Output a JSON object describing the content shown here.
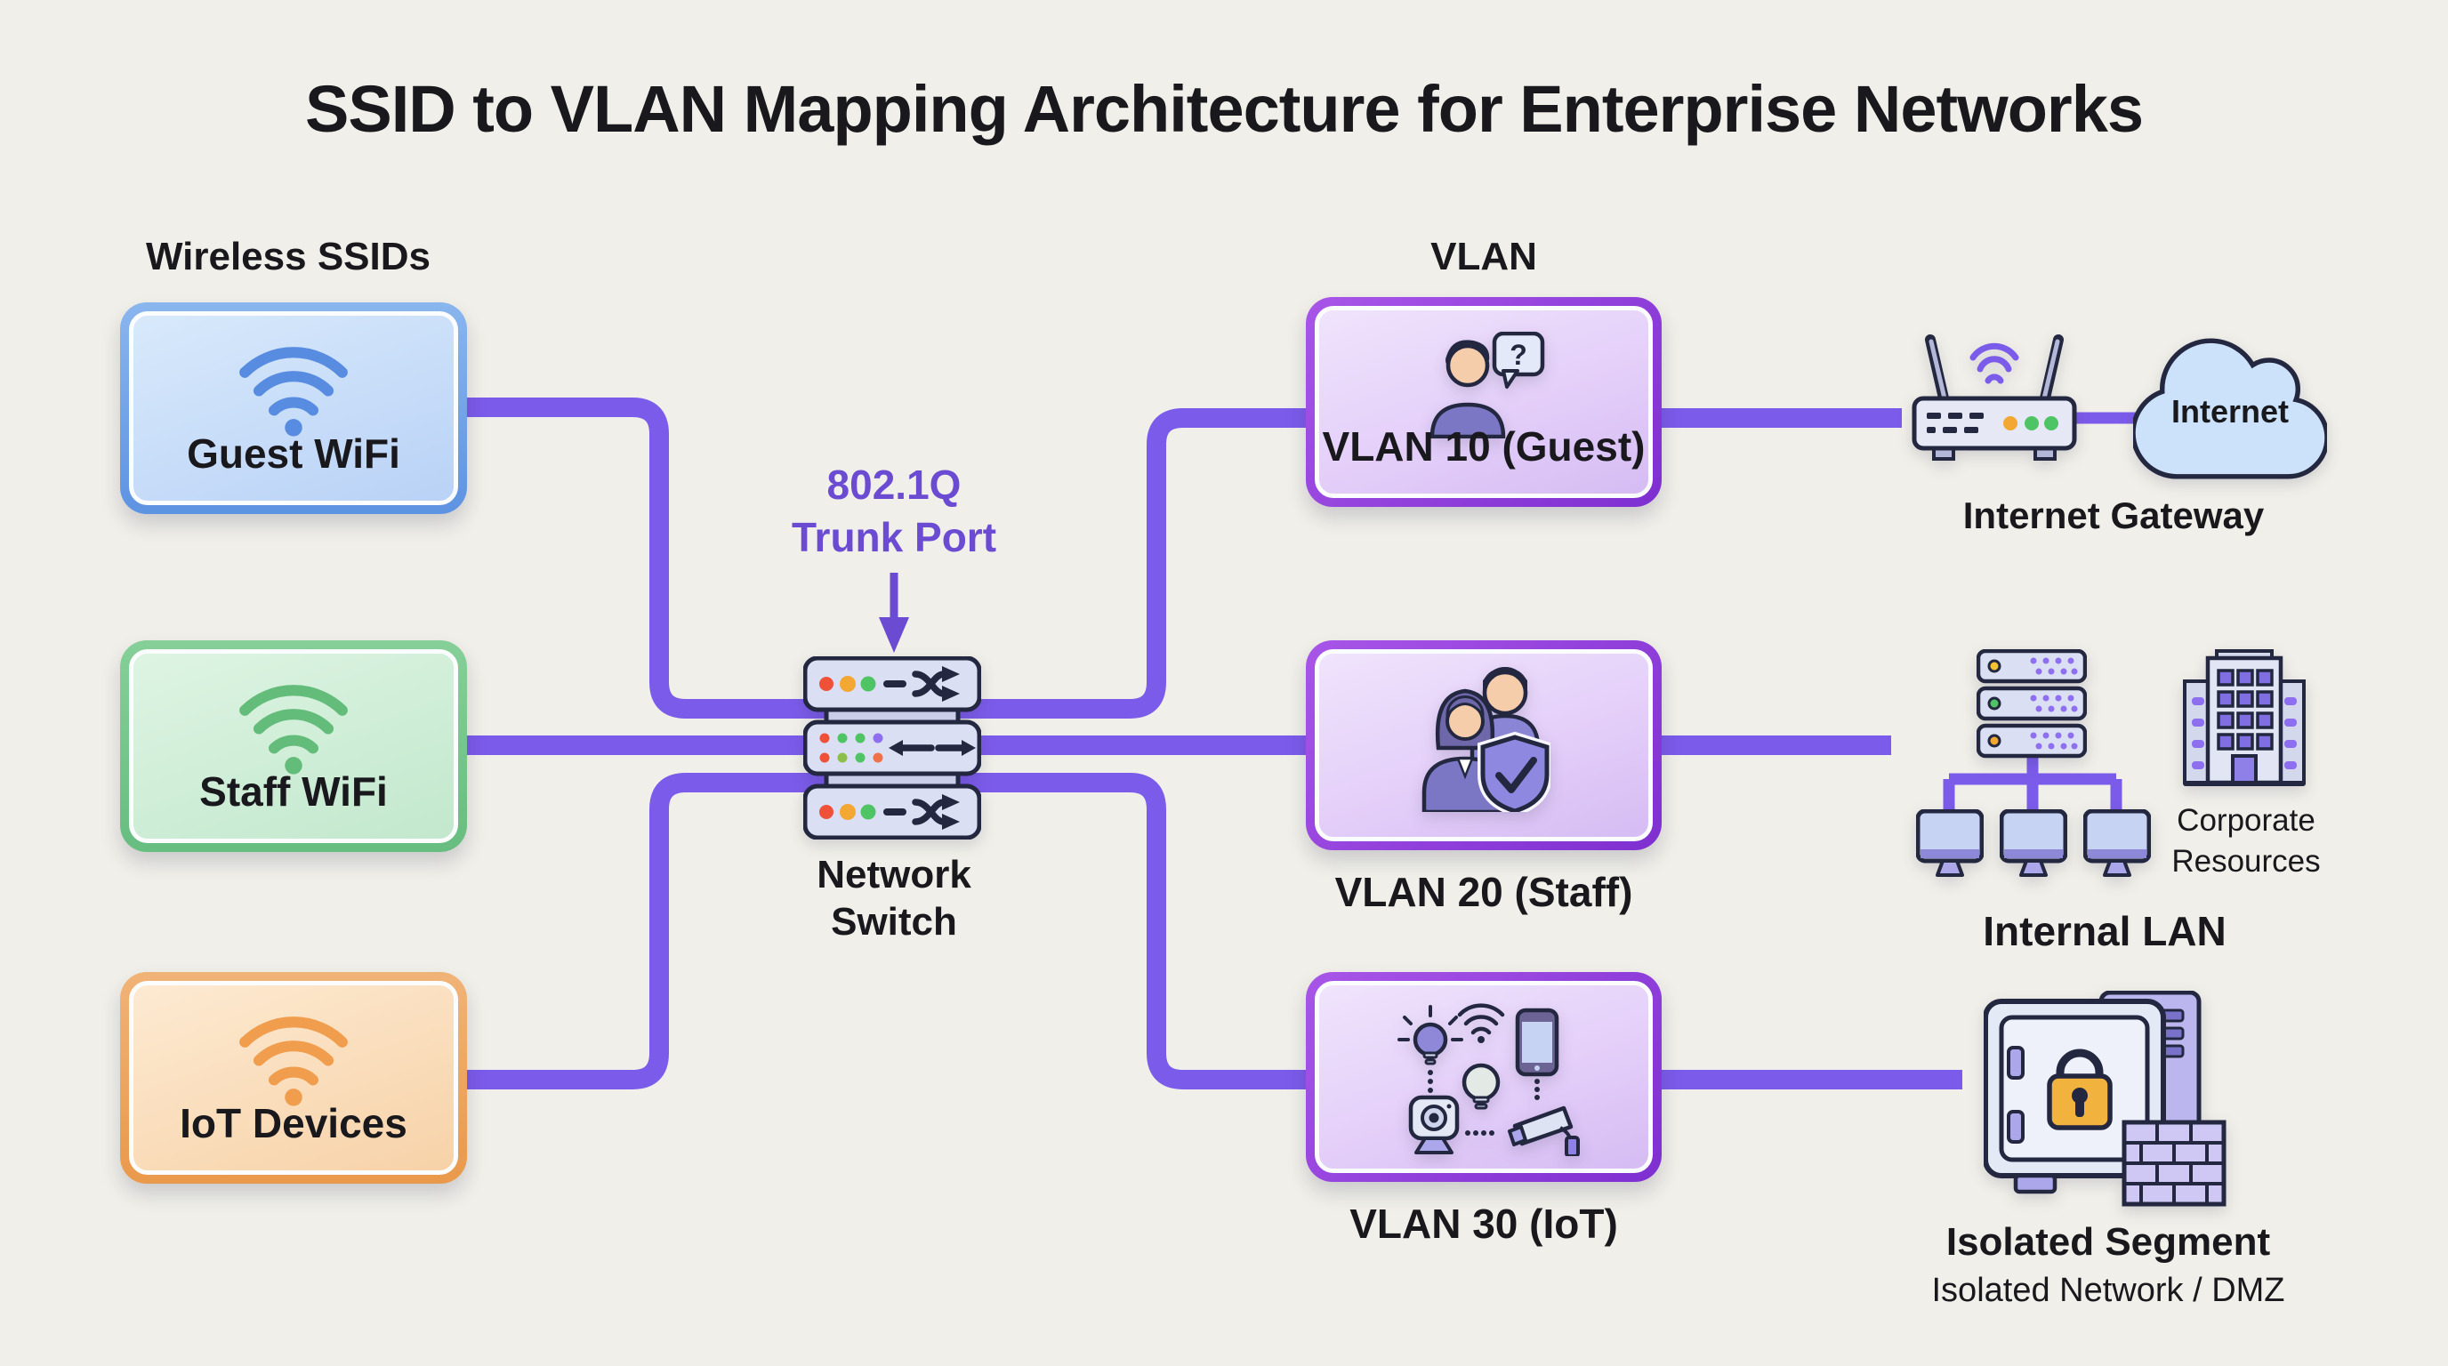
{
  "title": "SSID to VLAN Mapping Architecture for Enterprise Networks",
  "headings": {
    "ssids": "Wireless SSIDs",
    "vlans": "VLAN"
  },
  "ssids": [
    {
      "label": "Guest WiFi",
      "accent": "#5e93e2"
    },
    {
      "label": "Staff WiFi",
      "accent": "#67bd80"
    },
    {
      "label": "IoT Devices",
      "accent": "#e9994b"
    }
  ],
  "trunk": {
    "line1": "802.1Q",
    "line2": "Trunk Port"
  },
  "switch_label": {
    "line1": "Network",
    "line2": "Switch"
  },
  "vlans": [
    {
      "label": "VLAN 10 (Guest)",
      "icon_glyph": "?"
    },
    {
      "label": "VLAN 20 (Staff)"
    },
    {
      "label": "VLAN 30 (IoT)"
    }
  ],
  "gateway": {
    "label": "Internet Gateway",
    "cloud": "Internet"
  },
  "lan": {
    "label": "Internal LAN",
    "resources": "Corporate Resources"
  },
  "isolated": {
    "label": "Isolated Segment",
    "sublabel": "Isolated Network / DMZ"
  },
  "colors": {
    "background": "#f0efe9",
    "rail": "#7b5bea",
    "trunk_text": "#6a4bd1",
    "text_dark": "#19191d",
    "guest_border_a": "#8ab6ee",
    "guest_border_b": "#5e93e2",
    "guest_fill_a": "#d8e9fb",
    "guest_fill_b": "#b9d2f6",
    "guest_icon": "#578ce0",
    "staff_border_a": "#86cf99",
    "staff_border_b": "#67bd80",
    "staff_fill_a": "#def4e3",
    "staff_fill_b": "#c2e8cd",
    "staff_icon": "#63bc7a",
    "iot_border_a": "#f0b377",
    "iot_border_b": "#e9994b",
    "iot_fill_a": "#fdead2",
    "iot_fill_b": "#f7d2a8",
    "iot_icon": "#f09d4d",
    "vlan_border_a": "#a855e8",
    "vlan_border_b": "#7e2fd0",
    "vlan_fill_a": "#f0e4fc",
    "vlan_fill_b": "#d5bcf3",
    "outline": "#232840",
    "device_fill": "#dbdff3",
    "led_red": "#ef5038",
    "led_orange": "#f2a833",
    "led_green": "#4fc464",
    "led_purple": "#8e6ff0",
    "cloud_fill": "#cbe2fa",
    "lock_orange": "#f2b23e",
    "brick_fill": "#cfc8f4",
    "skin": "#f6cdaa",
    "person_purple": "#7c77c4"
  }
}
